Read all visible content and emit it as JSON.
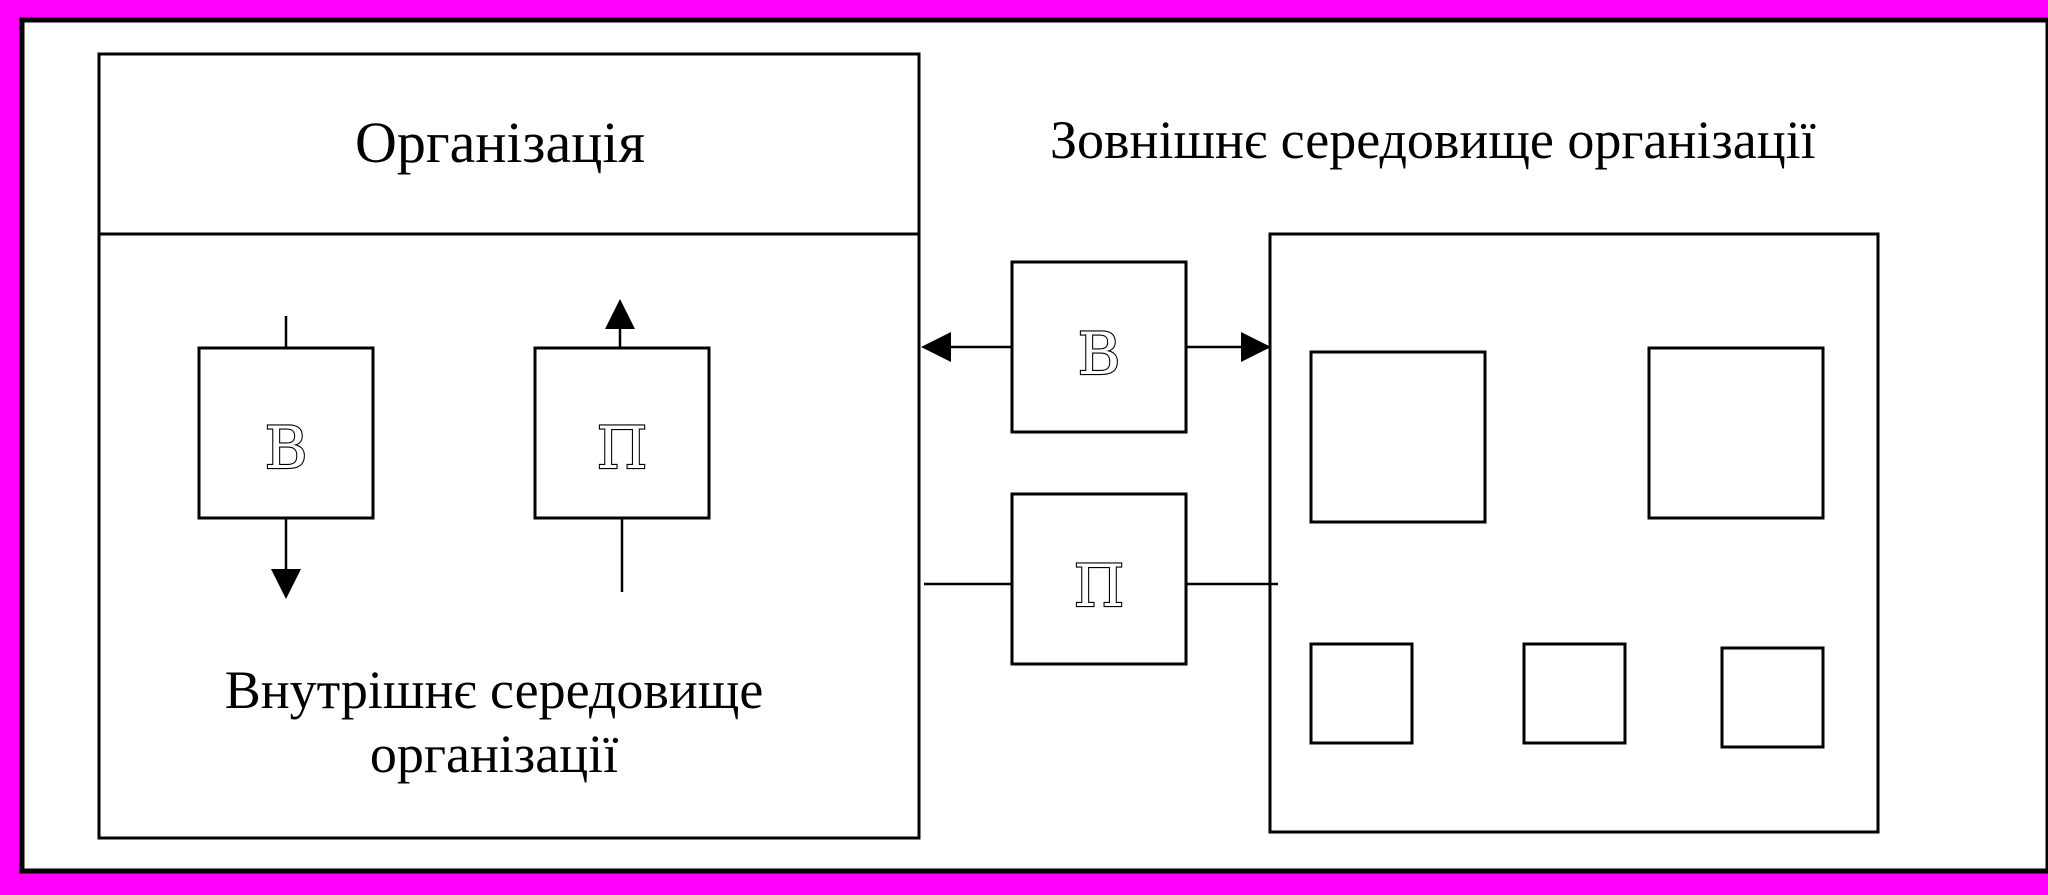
{
  "colors": {
    "frame": "#ff00ff",
    "background": "#ffffff",
    "ink": "#000000"
  },
  "organization": {
    "title": "Організація",
    "internal_env_line1": "Внутрішнє середовище",
    "internal_env_line2": "організації"
  },
  "external": {
    "title": "Зовнішнє середовище організації"
  },
  "blocks": {
    "input_letter": "В",
    "output_letter": "П"
  }
}
